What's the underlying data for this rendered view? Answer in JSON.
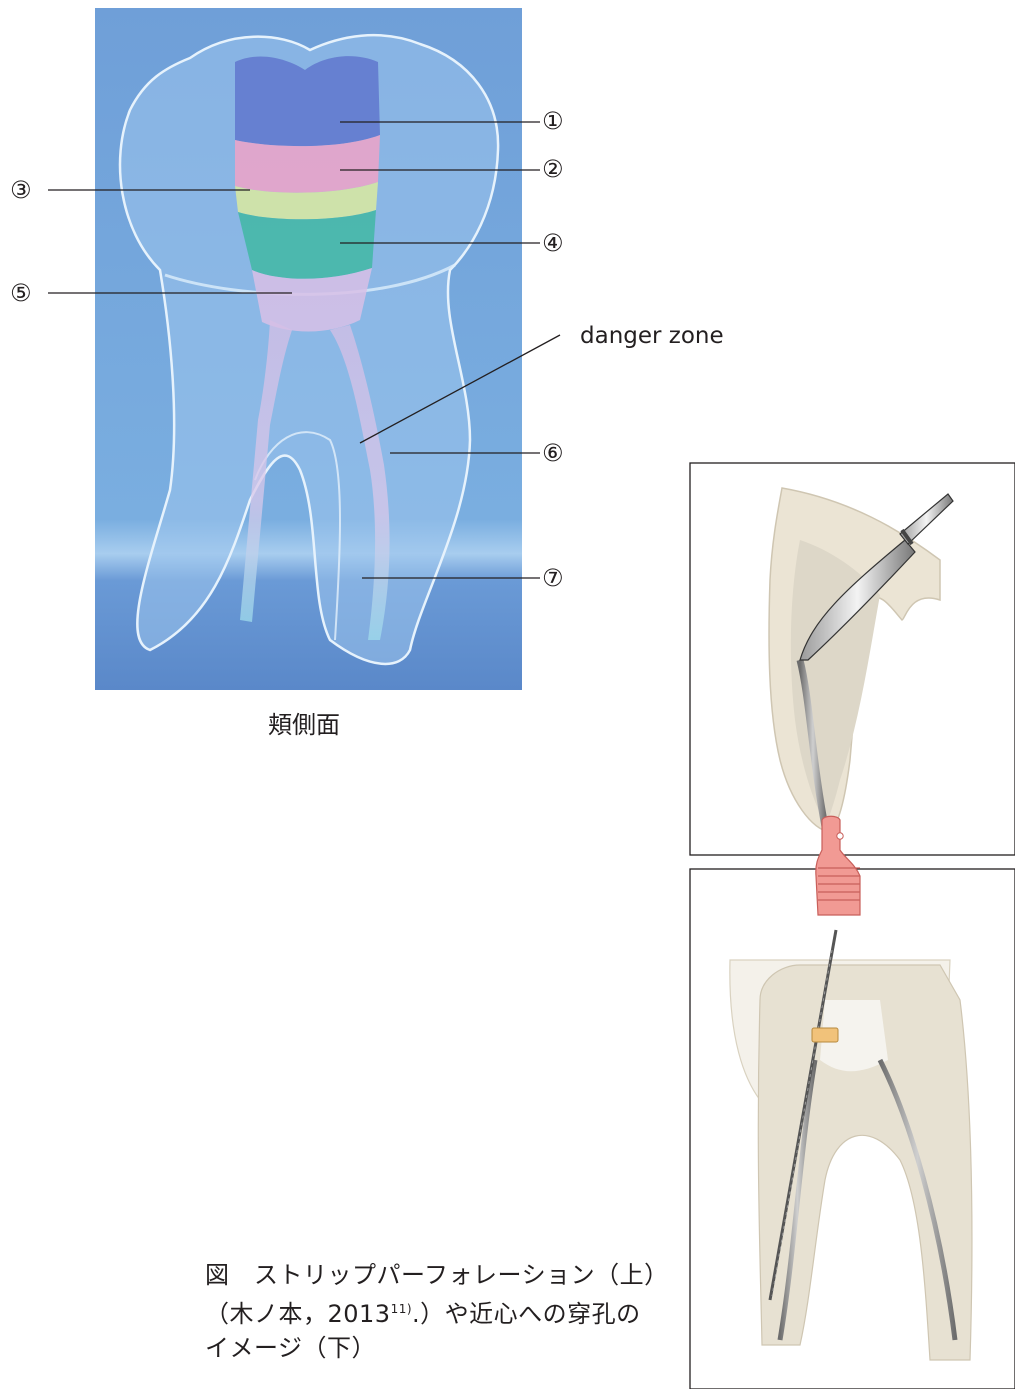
{
  "main_figure": {
    "labels": {
      "l1": "①",
      "l2": "②",
      "l3": "③",
      "l4": "④",
      "l5": "⑤",
      "l6": "⑥",
      "l7": "⑦",
      "danger_zone": "danger zone"
    },
    "caption": "頬側面"
  },
  "figure_caption": {
    "line1": "図　ストリップパーフォレーション（上）",
    "line2_pre": "（木ノ本，2013",
    "line2_ref": "11)",
    "line2_post": ".）や近心への穿孔の",
    "line3": "イメージ（下）"
  },
  "colors": {
    "background_blue": "#5a8fd0",
    "pulp_roof": "#6e7fd0",
    "pulp_pink": "#e7a3c6",
    "pulp_yellow": "#d8e7a2",
    "pulp_green": "#3fb5a0",
    "canal_lavender": "#cbb6e2",
    "canal_cyan": "#7fd6e8",
    "tooth_beige": "#e9e3d6",
    "handle_pink": "#f19a94",
    "stopper_yellow": "#f1c27a"
  }
}
